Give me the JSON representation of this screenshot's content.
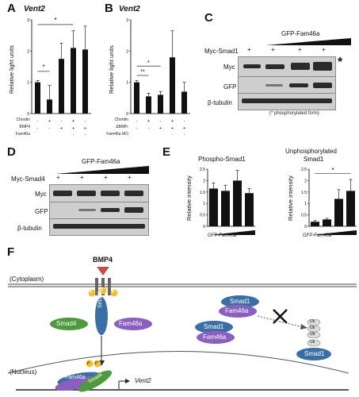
{
  "panels": {
    "A": {
      "label": "A",
      "title": "Vent2",
      "ylabel": "Relative light units",
      "yticks": [
        "0",
        "1",
        "2",
        "3"
      ],
      "row_labels": [
        "Chordin",
        "BMP4",
        "Fam46a"
      ],
      "rows": [
        [
          "-",
          "+",
          "-",
          "+",
          "-"
        ],
        [
          "-",
          "-",
          "+",
          "+",
          "+"
        ],
        [
          "-",
          "-",
          "-",
          "+",
          "+"
        ]
      ],
      "sig1": "*",
      "sig2": "*"
    },
    "B": {
      "label": "B",
      "title": "Vent2",
      "ylabel": "Relative light units",
      "yticks": [
        "0",
        "1",
        "2",
        "3"
      ],
      "row_labels": [
        "Chordin",
        "ΔBMPr",
        "Fam46a MO"
      ],
      "rows": [
        [
          "-",
          "+",
          "-",
          "+",
          "-"
        ],
        [
          "-",
          "-",
          "+",
          "+",
          "+"
        ],
        [
          "-",
          "-",
          "-",
          "+",
          "+"
        ]
      ],
      "sig1": "**",
      "sig2": "*"
    },
    "C": {
      "label": "C",
      "gradient_label": "GFP-Fam46a",
      "myc_label": "Myc-Smad1",
      "plus": [
        "+",
        "+",
        "+",
        "+"
      ],
      "rows": [
        "Myc",
        "GFP",
        "β-tubulin"
      ],
      "star": "*",
      "note": "(* phosphorylated form)"
    },
    "D": {
      "label": "D",
      "gradient_label": "GFP-Fam46a",
      "myc_label": "Myc-Smad4",
      "plus": [
        "+",
        "+",
        "+",
        "+"
      ],
      "rows": [
        "Myc",
        "GFP",
        "β-tubulin"
      ]
    },
    "E": {
      "label": "E",
      "left_title": "Phospho-Smad1",
      "right_title_1": "Unphosphorylated",
      "right_title_2": "Smad1",
      "ylabel": "Relative intensity",
      "left_yticks": [
        "0",
        "0.5",
        "1",
        "1.5",
        "2",
        "2.5"
      ],
      "right_yticks": [
        "0",
        "0.5",
        "1",
        "1.5",
        "2",
        "2.5"
      ],
      "xlabel": "GFP-Fam46a",
      "sig": "*"
    },
    "F": {
      "label": "F",
      "bmp": "BMP4",
      "cytoplasm": "(Cytoplasm)",
      "nucleus": "(Nucleus)",
      "smad1": "Smad1",
      "smad4": "Smad4",
      "fam46a": "Fam46a",
      "vent2": "Vent2",
      "p": "P",
      "ub": "Ub"
    }
  },
  "chart_data": [
    {
      "type": "bar",
      "panel": "A",
      "ylim": [
        0,
        3
      ],
      "ylabel": "Relative light units",
      "title": "Vent2",
      "values": [
        1.0,
        0.45,
        1.75,
        2.1,
        2.05
      ],
      "errors": [
        0.05,
        0.45,
        0.5,
        0.55,
        0.75
      ]
    },
    {
      "type": "bar",
      "panel": "B",
      "ylim": [
        0,
        3
      ],
      "ylabel": "Relative light units",
      "title": "Vent2",
      "values": [
        1.0,
        0.55,
        0.6,
        1.8,
        0.7
      ],
      "errors": [
        0.05,
        0.1,
        0.1,
        0.85,
        0.3
      ]
    },
    {
      "type": "bar",
      "panel": "E-left",
      "ylim": [
        0,
        2.5
      ],
      "ylabel": "Relative intensity",
      "title": "Phospho-Smad1",
      "values": [
        1.65,
        1.55,
        2.0,
        1.45
      ],
      "errors": [
        0.25,
        0.25,
        0.45,
        0.2
      ]
    },
    {
      "type": "bar",
      "panel": "E-right",
      "ylim": [
        0,
        2.5
      ],
      "ylabel": "Relative intensity",
      "values": [
        0.2,
        0.3,
        1.2,
        1.55
      ],
      "errors": [
        0.05,
        0.05,
        0.4,
        0.5
      ]
    }
  ]
}
